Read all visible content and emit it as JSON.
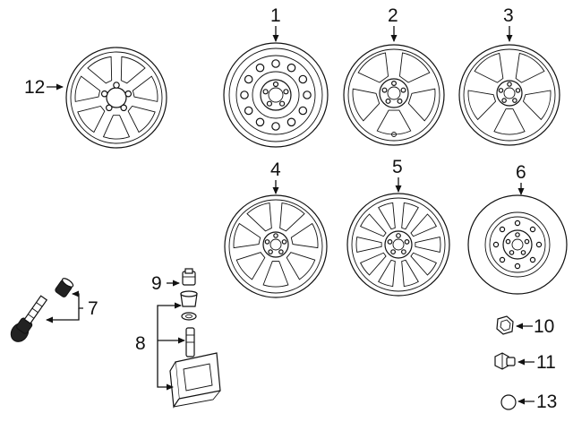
{
  "callouts": {
    "c1": "1",
    "c2": "2",
    "c3": "3",
    "c4": "4",
    "c5": "5",
    "c6": "6",
    "c7": "7",
    "c8": "8",
    "c9": "9",
    "c10": "10",
    "c11": "11",
    "c12": "12",
    "c13": "13"
  },
  "parts": [
    {
      "callout": "1",
      "icon": "steel-wheel-icon"
    },
    {
      "callout": "2",
      "icon": "alloy-wheel-5-spoke-icon"
    },
    {
      "callout": "3",
      "icon": "alloy-wheel-5-split-spoke-icon"
    },
    {
      "callout": "4",
      "icon": "alloy-wheel-7-spoke-icon"
    },
    {
      "callout": "5",
      "icon": "alloy-wheel-10-spoke-icon"
    },
    {
      "callout": "6",
      "icon": "spare-wheel-icon"
    },
    {
      "callout": "7",
      "icon": "valve-stem-icon"
    },
    {
      "callout": "8",
      "icon": "tpms-sensor-icon"
    },
    {
      "callout": "9",
      "icon": "sensor-valve-cap-icon"
    },
    {
      "callout": "10",
      "icon": "lug-nut-icon"
    },
    {
      "callout": "11",
      "icon": "locking-lug-nut-icon"
    },
    {
      "callout": "12",
      "icon": "wheel-cover-icon"
    },
    {
      "callout": "13",
      "icon": "washer-icon"
    }
  ]
}
